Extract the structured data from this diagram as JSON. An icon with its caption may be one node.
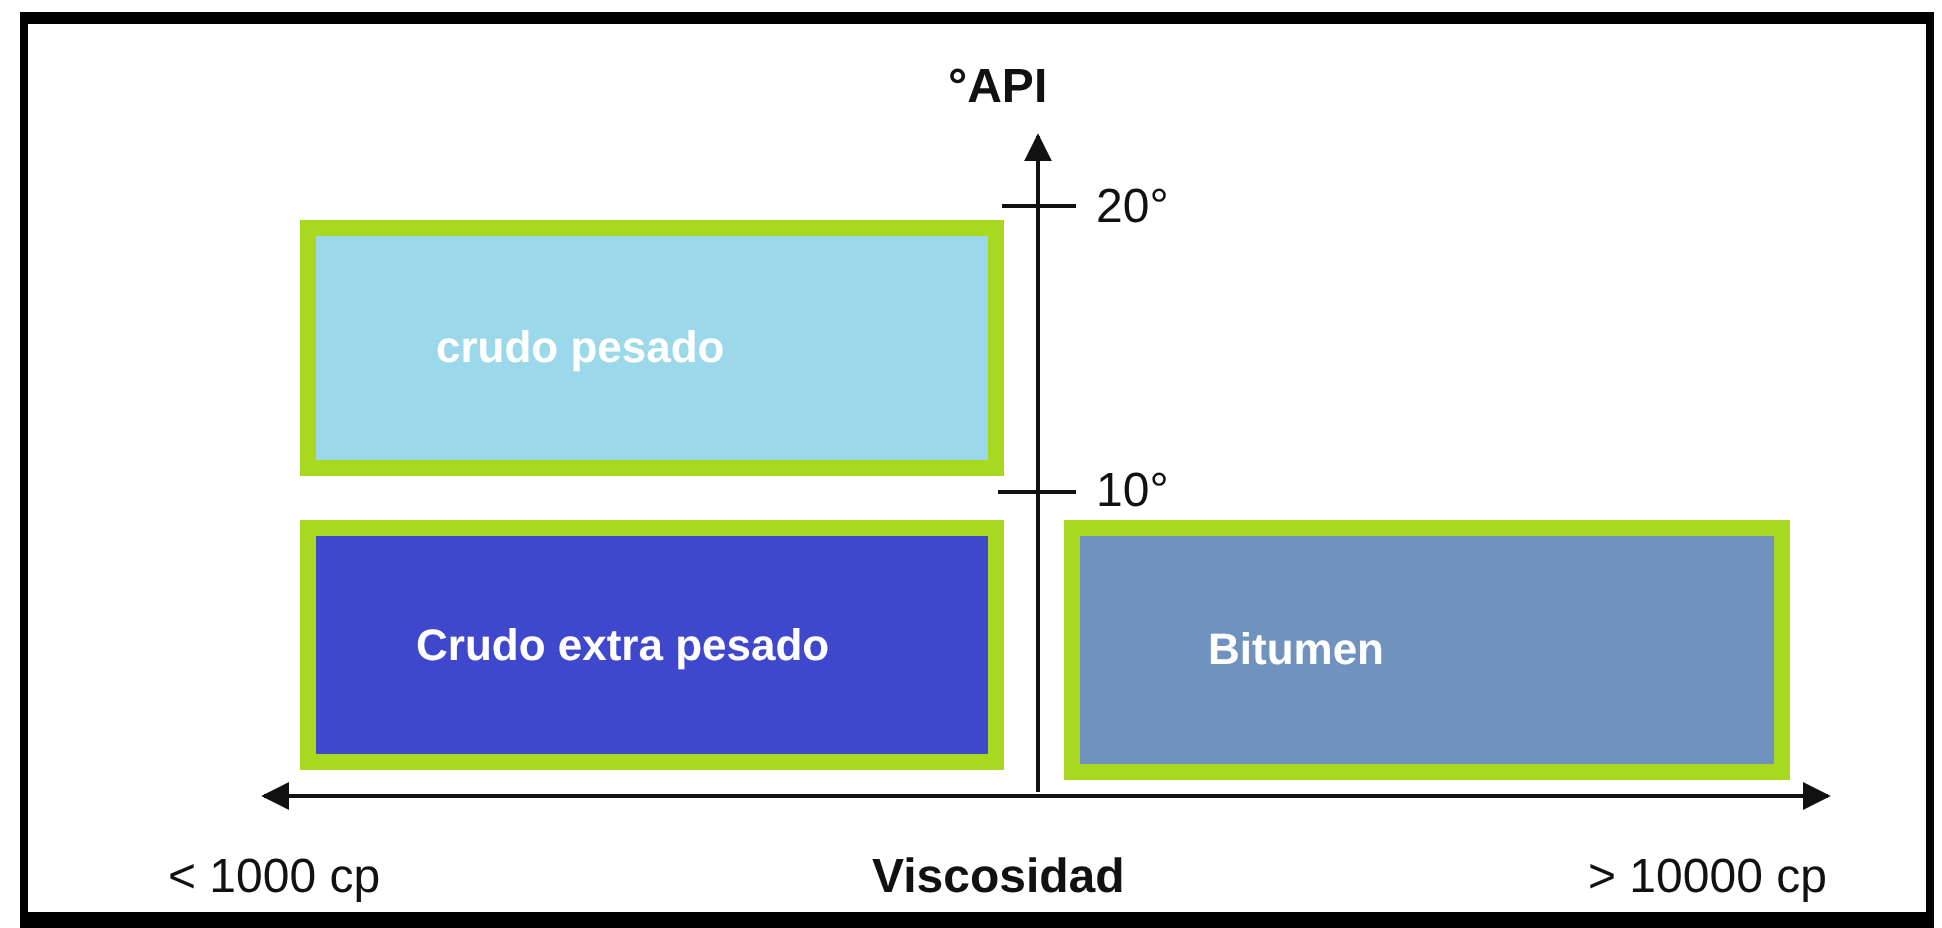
{
  "diagram": {
    "nodes": [
      {
        "text": [
          "crudo pesado"
        ]
      },
      {
        "text": [
          "Crudo extra pesado"
        ]
      },
      {
        "text": [
          "Bitumen"
        ]
      }
    ],
    "labels": [
      "°API",
      "20°",
      "10°",
      "< 1000 cp",
      "Viscosidad",
      "> 10000 cp"
    ]
  }
}
